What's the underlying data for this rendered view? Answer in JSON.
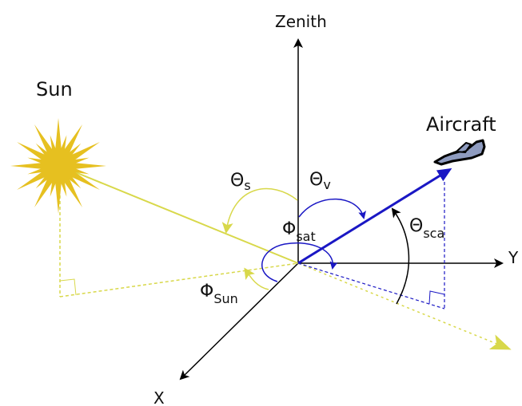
{
  "labels": {
    "zenith": "Zenith",
    "y_axis": "Y",
    "x_axis": "X",
    "sun": "Sun",
    "aircraft": "Aircraft",
    "theta_s": {
      "base": "Θ",
      "sub": "s"
    },
    "theta_v": {
      "base": "Θ",
      "sub": "v"
    },
    "theta_sca": {
      "base": "Θ",
      "sub": "sca"
    },
    "phi_sat": {
      "base": "Φ",
      "sub": "sat"
    },
    "phi_sun": {
      "base": "Φ",
      "sub": "Sun"
    }
  },
  "colors": {
    "axis": "#000000",
    "sun": "#e6c020",
    "sun_line": "#d8d84a",
    "aircraft_line": "#1a17c4",
    "aircraft_body": "#8e9bbf",
    "background": "#ffffff"
  },
  "icons": {
    "sun": "sun-burst-icon",
    "aircraft": "airplane-icon"
  }
}
